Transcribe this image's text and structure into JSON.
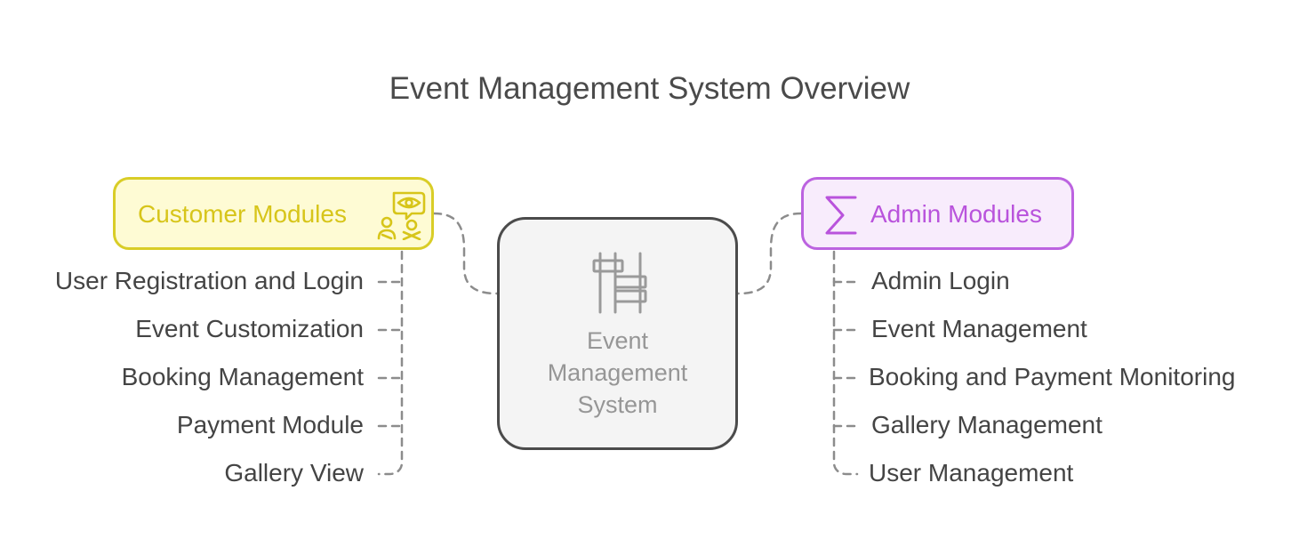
{
  "title": "Event Management System Overview",
  "center": {
    "label_lines": [
      "Event",
      "Management",
      "System"
    ],
    "icon": "timeline-blocks-icon"
  },
  "customer_modules": {
    "label": "Customer Modules",
    "icon": "users-eye-icon",
    "color": "#d9cd27",
    "fill": "#fefbd4",
    "items": [
      "User Registration and Login",
      "Event Customization",
      "Booking Management",
      "Payment Module",
      "Gallery View"
    ]
  },
  "admin_modules": {
    "label": "Admin Modules",
    "icon": "sigma-icon",
    "color": "#bc63e0",
    "fill": "#f8ecfc",
    "items": [
      "Admin Login",
      "Event Management",
      "Booking and Payment Monitoring",
      "Gallery Management",
      "User Management"
    ]
  },
  "colors": {
    "connector": "#8c8c8c",
    "center_border": "#4b4b4b",
    "center_fill": "#f4f4f4",
    "text": "#444444"
  }
}
